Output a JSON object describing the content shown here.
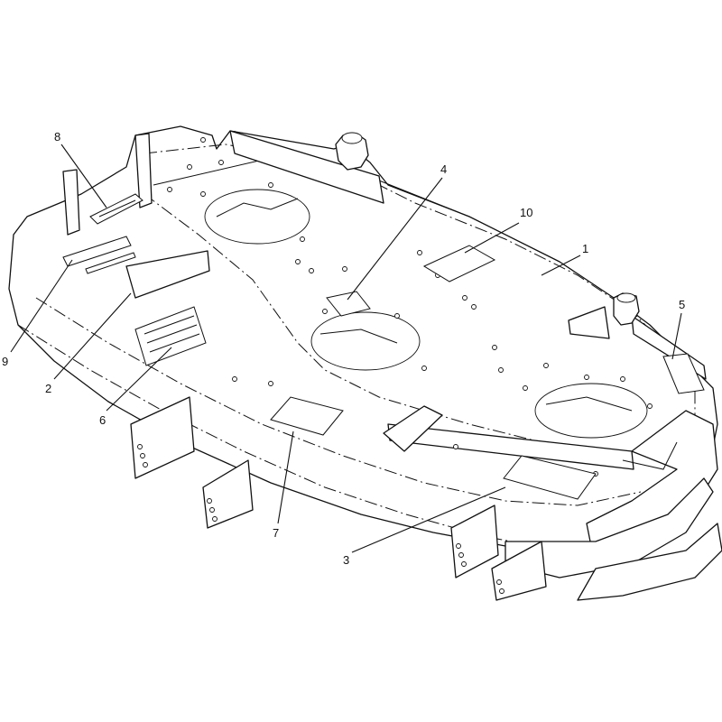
{
  "callouts": [
    {
      "id": "callout-1",
      "label": "1"
    },
    {
      "id": "callout-2",
      "label": "2"
    },
    {
      "id": "callout-3",
      "label": "3"
    },
    {
      "id": "callout-4",
      "label": "4"
    },
    {
      "id": "callout-5",
      "label": "5"
    },
    {
      "id": "callout-6",
      "label": "6"
    },
    {
      "id": "callout-7",
      "label": "7"
    },
    {
      "id": "callout-8",
      "label": "8"
    },
    {
      "id": "callout-9",
      "label": "9"
    },
    {
      "id": "callout-10",
      "label": "10"
    }
  ]
}
